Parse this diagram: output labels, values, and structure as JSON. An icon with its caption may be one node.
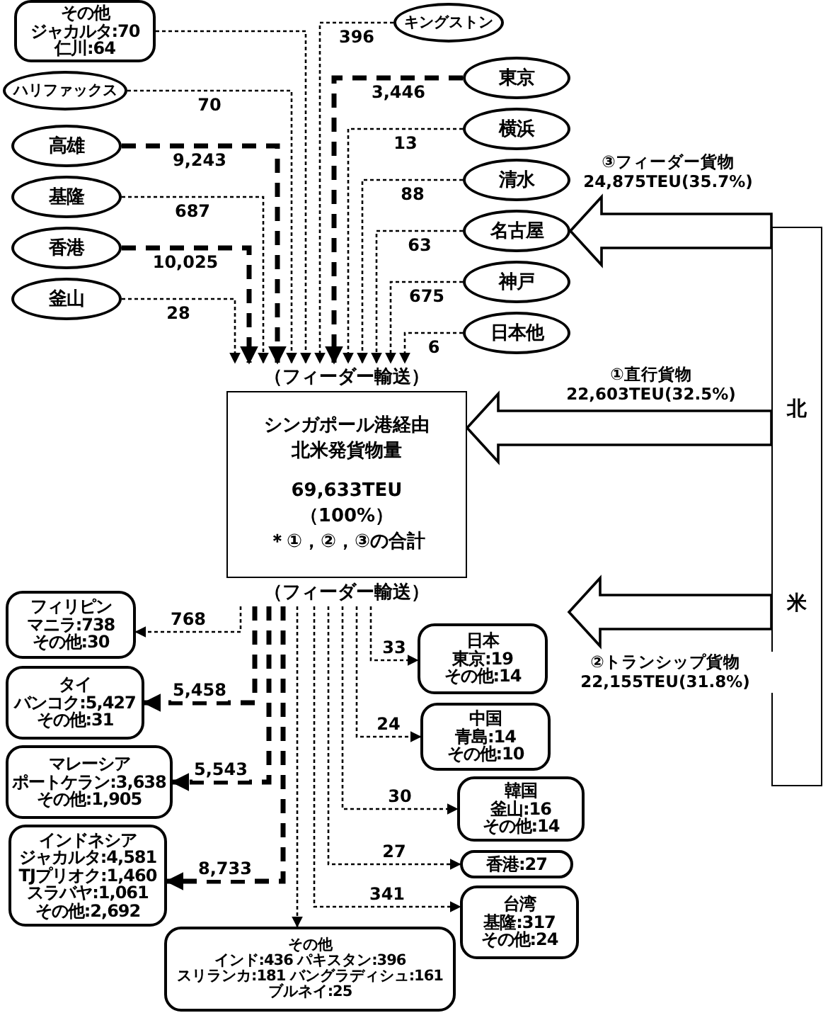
{
  "diagram": {
    "nodes": [
      {
        "text": [
          "その他",
          "ジャカルタ:70",
          "仁川:64"
        ]
      },
      {
        "text": [
          "キングストン"
        ]
      },
      {
        "text": [
          "ハリファックス"
        ]
      },
      {
        "text": [
          "高雄"
        ]
      },
      {
        "text": [
          "基隆"
        ]
      },
      {
        "text": [
          "香港"
        ]
      },
      {
        "text": [
          "釜山"
        ]
      },
      {
        "text": [
          "東京"
        ]
      },
      {
        "text": [
          "横浜"
        ]
      },
      {
        "text": [
          "清水"
        ]
      },
      {
        "text": [
          "名古屋"
        ]
      },
      {
        "text": [
          "神戸"
        ]
      },
      {
        "text": [
          "日本他"
        ]
      },
      {
        "text": [
          "（フィーダー輸送）",
          "シンガポール港経由",
          "北米発貨物量",
          "69,633TEU",
          "（100%）",
          "＊①，②，③の合計",
          "（フィーダー輸送）"
        ]
      },
      {
        "text": [
          "北",
          "米"
        ]
      },
      {
        "text": [
          "フィリピン",
          "マニラ:738",
          "その他:30"
        ]
      },
      {
        "text": [
          "タイ",
          "バンコク:5,427",
          "その他:31"
        ]
      },
      {
        "text": [
          "マレーシア",
          "ポートケラン:3,638",
          "その他:1,905"
        ]
      },
      {
        "text": [
          "インドネシア",
          "ジャカルタ:4,581",
          "TJプリオク:1,460",
          "スラバヤ:1,061",
          "その他:2,692"
        ]
      },
      {
        "text": [
          "日本",
          "東京:19",
          "その他:14"
        ]
      },
      {
        "text": [
          "中国",
          "青島:14",
          "その他:10"
        ]
      },
      {
        "text": [
          "韓国",
          "釜山:16",
          "その他:14"
        ]
      },
      {
        "text": [
          "香港:27"
        ]
      },
      {
        "text": [
          "台湾",
          "基隆:317",
          "その他:24"
        ]
      },
      {
        "text": [
          "その他",
          "インド:436 パキスタン:396",
          "スリランカ:181 バングラディシュ:161",
          "ブルネイ:25"
        ]
      }
    ],
    "edges": [
      {
        "from": 0,
        "to": 13,
        "arrow": "to"
      },
      {
        "from": 1,
        "to": 13,
        "arrow": "to",
        "label": "396"
      },
      {
        "from": 2,
        "to": 13,
        "arrow": "to",
        "label": "70"
      },
      {
        "from": 3,
        "to": 13,
        "arrow": "to",
        "label": "9,243",
        "style": "dashed"
      },
      {
        "from": 4,
        "to": 13,
        "arrow": "to",
        "label": "687"
      },
      {
        "from": 5,
        "to": 13,
        "arrow": "to",
        "label": "10,025",
        "style": "dashed"
      },
      {
        "from": 6,
        "to": 13,
        "arrow": "to",
        "label": "28"
      },
      {
        "from": 7,
        "to": 13,
        "arrow": "to",
        "label": "3,446",
        "style": "dashed"
      },
      {
        "from": 8,
        "to": 13,
        "arrow": "to",
        "label": "13"
      },
      {
        "from": 9,
        "to": 13,
        "arrow": "to",
        "label": "88"
      },
      {
        "from": 10,
        "to": 13,
        "arrow": "to",
        "label": "63"
      },
      {
        "from": 11,
        "to": 13,
        "arrow": "to",
        "label": "675"
      },
      {
        "from": 12,
        "to": 13,
        "arrow": "to",
        "label": "6"
      },
      {
        "from": 14,
        "to": 10,
        "arrow": "to",
        "label": "③フィーダー貨物 24,875TEU(35.7%)",
        "style": "thick"
      },
      {
        "from": 14,
        "to": 13,
        "arrow": "to",
        "label": "①直行貨物 22,603TEU(32.5%)",
        "style": "thick"
      },
      {
        "from": 14,
        "to": null,
        "arrow": "to",
        "label": "②トランシップ貨物 22,155TEU(31.8%)",
        "style": "thick"
      },
      {
        "from": 13,
        "to": 15,
        "arrow": "to",
        "label": "768"
      },
      {
        "from": 13,
        "to": 16,
        "arrow": "to",
        "label": "5,458",
        "style": "dashed"
      },
      {
        "from": 13,
        "to": 17,
        "arrow": "to",
        "label": "5,543",
        "style": "dashed"
      },
      {
        "from": 13,
        "to": 18,
        "arrow": "to",
        "label": "8,733",
        "style": "dashed"
      },
      {
        "from": 13,
        "to": 19,
        "arrow": "to",
        "label": "33"
      },
      {
        "from": 13,
        "to": 20,
        "arrow": "to",
        "label": "24"
      },
      {
        "from": 13,
        "to": 21,
        "arrow": "to",
        "label": "30"
      },
      {
        "from": 13,
        "to": 22,
        "arrow": "to",
        "label": "27"
      },
      {
        "from": 13,
        "to": 23,
        "arrow": "to",
        "label": "341"
      },
      {
        "from": 13,
        "to": 24,
        "arrow": "to"
      }
    ]
  }
}
